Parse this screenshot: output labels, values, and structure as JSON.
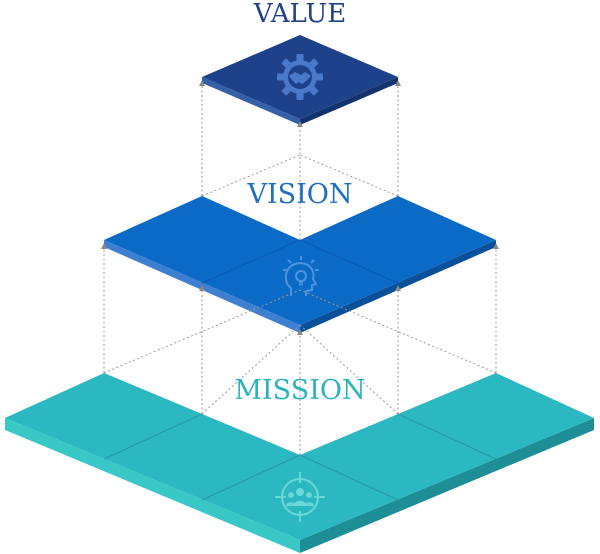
{
  "labels": {
    "value": "VALUE",
    "vision": "VISION",
    "mission": "MISSION"
  },
  "colors": {
    "value_top": "#1d4289",
    "value_side": "#13336e",
    "vision_top": "#0a6ac6",
    "vision_side": "#0a4f9a",
    "mission_top": "#2cb8c1",
    "mission_side": "#1d8e95",
    "value_text": "#1d4289",
    "vision_text": "#1f6fc1",
    "mission_text": "#2cb3bb",
    "guides": "#9a9a9a"
  },
  "icons": {
    "value": "gear-handshake-icon",
    "vision": "head-lightbulb-icon",
    "mission": "target-team-icon"
  }
}
